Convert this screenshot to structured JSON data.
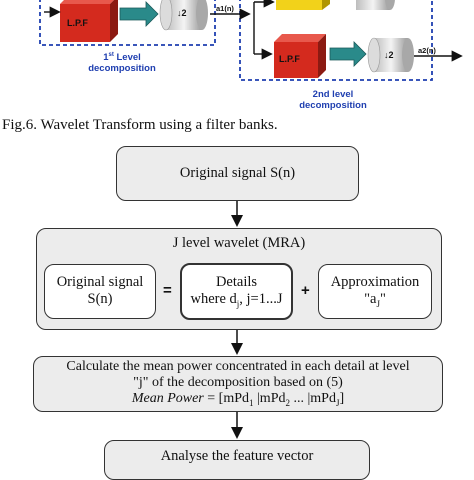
{
  "filter_bank": {
    "lpf_label": "L.P.F",
    "downsample_label": "↓2",
    "level1_label": "1st Level decomposition",
    "level1_sup": "st",
    "level1_word": "Level",
    "level1_num": "1",
    "level1_line2": "decomposition",
    "level2_line1": "2nd level",
    "level2_line2": "decomposition",
    "a1_label": "a1(n)",
    "a2_label": "a2(n)"
  },
  "caption": "Fig.6. Wavelet Transform using a filter banks.",
  "flowchart": {
    "original_signal": "Original signal S(n)",
    "mra_title": "J level wavelet (MRA)",
    "orig_line1": "Original signal",
    "orig_line2": "S(n)",
    "equals": "=",
    "details_line1": "Details",
    "details_line2": "where d",
    "details_sub": "j",
    "details_line2b": ", j=1...J",
    "plus": "+",
    "approx_line1": "Approximation",
    "approx_line2a": "\"a",
    "approx_sub": "J",
    "approx_line2b": "\"",
    "mean_line1": "Calculate the mean power concentrated in each detail at level",
    "mean_line2": "\"j\" of the decomposition based on (5)",
    "mean_italic": "Mean Power",
    "mean_formula": " = [mPd",
    "mean_sub1": "1",
    "mean_mid1": " |mPd",
    "mean_sub2": "2",
    "mean_mid2": " ... |mPd",
    "mean_sub3": "J",
    "mean_end": "]",
    "analyse": "Analyse the feature vector"
  },
  "colors": {
    "lpf_red": "#d42a1e",
    "arrow_teal": "#2a8a8a",
    "dashed_blue": "#1f3fb0",
    "yellow": "#f2d21a"
  }
}
